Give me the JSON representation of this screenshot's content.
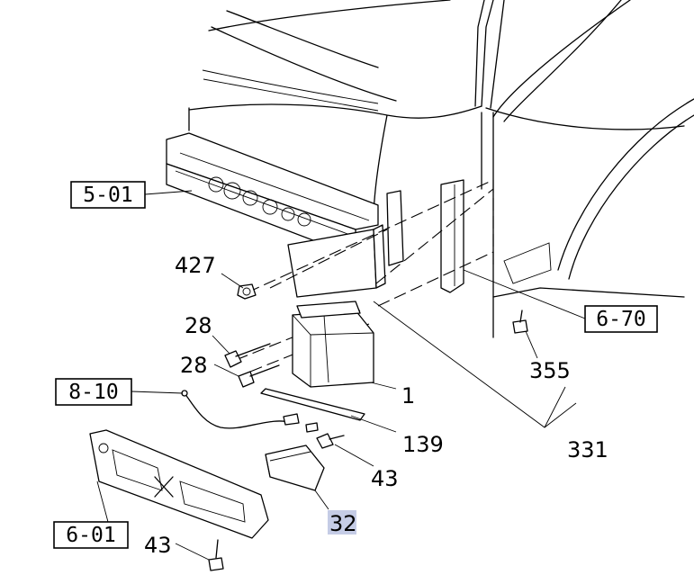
{
  "diagram": {
    "callouts": [
      {
        "id": "ref-5-01",
        "text": "5-01",
        "boxed": true
      },
      {
        "id": "ref-6-70",
        "text": "6-70",
        "boxed": true
      },
      {
        "id": "ref-8-10",
        "text": "8-10",
        "boxed": true
      },
      {
        "id": "ref-6-01",
        "text": "6-01",
        "boxed": true
      },
      {
        "id": "part-427",
        "text": "427",
        "boxed": false
      },
      {
        "id": "part-28-upper",
        "text": "28",
        "boxed": false
      },
      {
        "id": "part-28-lower",
        "text": "28",
        "boxed": false
      },
      {
        "id": "part-1",
        "text": "1",
        "boxed": false
      },
      {
        "id": "part-139",
        "text": "139",
        "boxed": false
      },
      {
        "id": "part-43-upper",
        "text": "43",
        "boxed": false
      },
      {
        "id": "part-32",
        "text": "32",
        "boxed": false,
        "highlighted": true
      },
      {
        "id": "part-43-lower",
        "text": "43",
        "boxed": false
      },
      {
        "id": "part-355",
        "text": "355",
        "boxed": false
      },
      {
        "id": "part-331",
        "text": "331",
        "boxed": false
      }
    ],
    "highlight_color": "#c5cce6"
  }
}
